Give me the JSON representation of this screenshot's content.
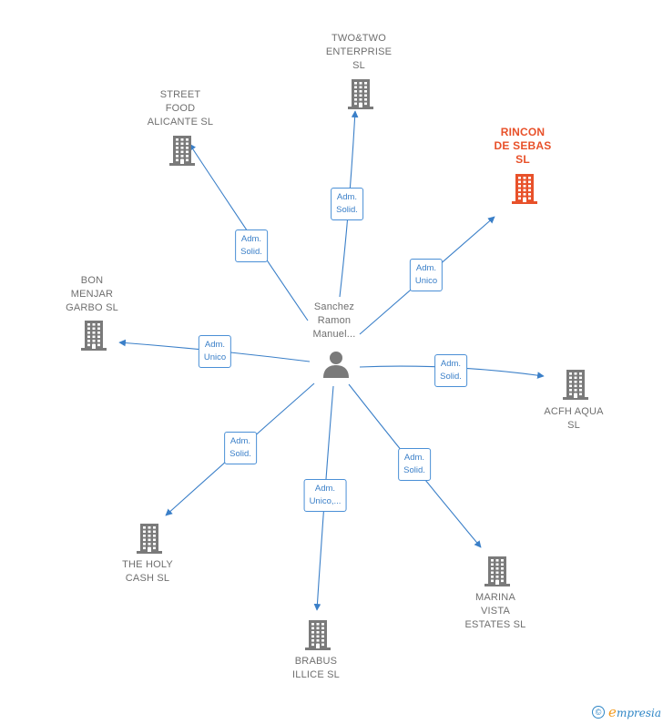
{
  "center": {
    "label": "Sanchez\nRamon\nManuel..."
  },
  "colors": {
    "edge": "#3a7fc8",
    "building": "#7a7a7a",
    "highlight": "#e8512a"
  },
  "nodes": [
    {
      "id": "two",
      "label": "TWO&TWO\nENTERPRISE\nSL",
      "highlight": false
    },
    {
      "id": "street",
      "label": "STREET\nFOOD\nALICANTE  SL",
      "highlight": false
    },
    {
      "id": "rincon",
      "label": "RINCON\nDE SEBAS\nSL",
      "highlight": true
    },
    {
      "id": "bon",
      "label": "BON\nMENJAR\nGARBO  SL",
      "highlight": false
    },
    {
      "id": "acfh",
      "label": "ACFH AQUA\nSL",
      "highlight": false
    },
    {
      "id": "holy",
      "label": "THE HOLY\nCASH  SL",
      "highlight": false
    },
    {
      "id": "marina",
      "label": "MARINA\nVISTA\nESTATES  SL",
      "highlight": false
    },
    {
      "id": "brabus",
      "label": "BRABUS\nILLICE  SL",
      "highlight": false
    }
  ],
  "edges": [
    {
      "to": "two",
      "label": "Adm.\nSolid."
    },
    {
      "to": "street",
      "label": "Adm.\nSolid."
    },
    {
      "to": "rincon",
      "label": "Adm.\nUnico"
    },
    {
      "to": "bon",
      "label": "Adm.\nUnico"
    },
    {
      "to": "acfh",
      "label": "Adm.\nSolid."
    },
    {
      "to": "holy",
      "label": "Adm.\nSolid."
    },
    {
      "to": "marina",
      "label": "Adm.\nSolid."
    },
    {
      "to": "brabus",
      "label": "Adm.\nUnico,..."
    }
  ],
  "footer": {
    "copyright": "©",
    "brand_initial": "e",
    "brand_rest": "mpresia"
  }
}
